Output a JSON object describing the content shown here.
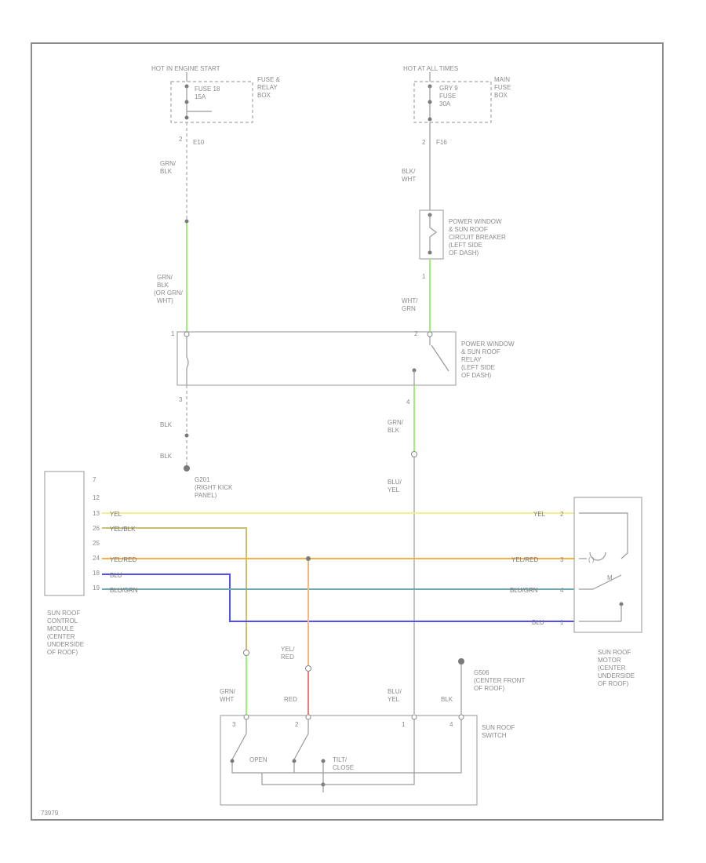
{
  "colors": {
    "grn": "#9cf07a",
    "yel": "#f4f090",
    "yel_blk": "#c8c070",
    "yel_red": "#f5b04a",
    "blu": "#5050f0",
    "blu_grn": "#70a8b0",
    "red": "#f07878",
    "yel_red_vertical": "#f8b878",
    "frame": "#8c8c8c"
  },
  "labels": {
    "hot_start": "HOT IN ENGINE START",
    "hot_all": "HOT AT ALL TIMES",
    "fuse18": [
      "FUSE 18",
      "15A"
    ],
    "fuse_relay_box": [
      "FUSE &",
      "RELAY",
      "BOX"
    ],
    "main_fuse": [
      "GRY 9",
      "FUSE",
      "30A"
    ],
    "main_fuse_box": [
      "MAIN",
      "FUSE",
      "BOX"
    ],
    "conn_left_top": "E10",
    "conn_right_top": "F16",
    "pin2": "2",
    "pin1": "1",
    "grn_blk": [
      "GRN/",
      "BLK"
    ],
    "grn_blk_or": [
      "GRN/",
      "BLK",
      "(OR GRN/",
      "WHT)"
    ],
    "blk_wht": [
      "BLK/",
      "WHT"
    ],
    "wht_grn": [
      "WHT/",
      "GRN"
    ],
    "breaker": [
      "POWER WINDOW",
      "& SUN ROOF",
      "CIRCUIT BREAKER",
      "(LEFT SIDE",
      "OF DASH)"
    ],
    "relay": [
      "POWER WINDOW",
      "& SUN ROOF",
      "RELAY",
      "(LEFT SIDE",
      "OF DASH)"
    ],
    "pin3": "3",
    "pin4": "4",
    "blk": "BLK",
    "grn_blk2": [
      "GRN/",
      "BLK"
    ],
    "ground1": [
      "G201",
      "(RIGHT KICK",
      "PANEL)"
    ],
    "blu_yel": [
      "BLU/",
      "YEL"
    ],
    "module_pins": [
      "7",
      "12",
      "13",
      "24",
      "25",
      "26",
      "18",
      "19"
    ],
    "wire_yel": "YEL",
    "wire_yel_blk": "YEL/BLK",
    "wire_yel_red": "YEL/RED",
    "wire_blu": "BLU",
    "wire_blu_grn": "BLU/GRN",
    "motor_pins": [
      "2",
      "3",
      "4",
      "1"
    ],
    "module": [
      "SUN ROOF",
      "CONTROL",
      "MODULE",
      "(CENTER",
      "UNDERSIDE",
      "OF ROOF)"
    ],
    "motor": [
      "SUN ROOF",
      "MOTOR",
      "(CENTER",
      "UNDERSIDE",
      "OF ROOF)"
    ],
    "yel_red_v": [
      "YEL/",
      "RED"
    ],
    "grn_wht": [
      "GRN/",
      "WHT"
    ],
    "red": "RED",
    "blu_yel2": [
      "BLU/",
      "YEL"
    ],
    "blk2": "BLK",
    "ground2": [
      "G506",
      "(CENTER FRONT",
      "OF ROOF)"
    ],
    "switch": [
      "SUN ROOF",
      "SWITCH"
    ],
    "open": "OPEN",
    "tilt": [
      "TILT/",
      "CLOSE"
    ],
    "code": "73979"
  }
}
